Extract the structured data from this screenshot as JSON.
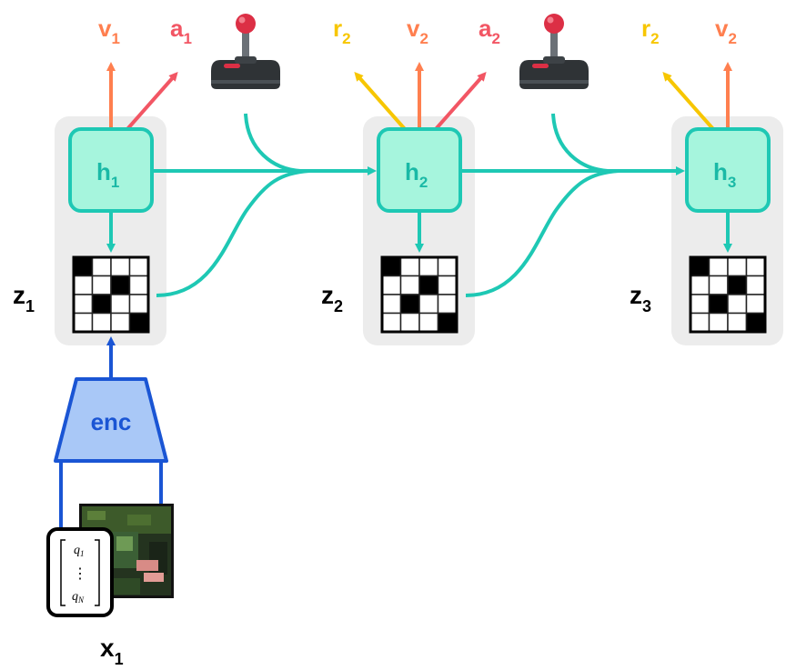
{
  "colors": {
    "teal": "#1ec8b4",
    "teal_fill": "#a6f5dd",
    "teal_text": "#1ab9a6",
    "value_orange": "#ff7f4f",
    "action_pink": "#f25664",
    "reward_yellow": "#f7c600",
    "enc_blue": "#1a55d4",
    "enc_fill": "#a9c8f7",
    "column_bg": "#ececec"
  },
  "icons": [
    "joystick-icon",
    "minecraft-frame-image",
    "position-vector-icon"
  ],
  "steps": [
    {
      "hidden": {
        "base": "h",
        "sub": "1"
      },
      "latent": {
        "base": "z",
        "sub": "1"
      },
      "outputs": [
        {
          "kind": "value",
          "base": "v",
          "sub": "1"
        },
        {
          "kind": "action",
          "base": "a",
          "sub": "1"
        }
      ],
      "grid_filled": [
        [
          0,
          0
        ],
        [
          1,
          2
        ],
        [
          2,
          1
        ],
        [
          3,
          3
        ]
      ]
    },
    {
      "hidden": {
        "base": "h",
        "sub": "2"
      },
      "latent": {
        "base": "z",
        "sub": "2"
      },
      "outputs": [
        {
          "kind": "reward",
          "base": "r",
          "sub": "2"
        },
        {
          "kind": "value",
          "base": "v",
          "sub": "2"
        },
        {
          "kind": "action",
          "base": "a",
          "sub": "2"
        }
      ],
      "grid_filled": [
        [
          0,
          0
        ],
        [
          1,
          2
        ],
        [
          2,
          1
        ],
        [
          3,
          3
        ]
      ]
    },
    {
      "hidden": {
        "base": "h",
        "sub": "3"
      },
      "latent": {
        "base": "z",
        "sub": "3"
      },
      "outputs": [
        {
          "kind": "reward",
          "base": "r",
          "sub": "2"
        },
        {
          "kind": "value",
          "base": "v",
          "sub": "2"
        }
      ],
      "grid_filled": [
        [
          0,
          0
        ],
        [
          1,
          2
        ],
        [
          2,
          1
        ],
        [
          3,
          3
        ]
      ]
    }
  ],
  "encoder": {
    "label": "enc"
  },
  "input": {
    "label": {
      "base": "x",
      "sub": "1"
    },
    "vector": {
      "first": "q",
      "first_sub": "1",
      "dots": "⋮",
      "last": "q",
      "last_sub": "N"
    }
  }
}
